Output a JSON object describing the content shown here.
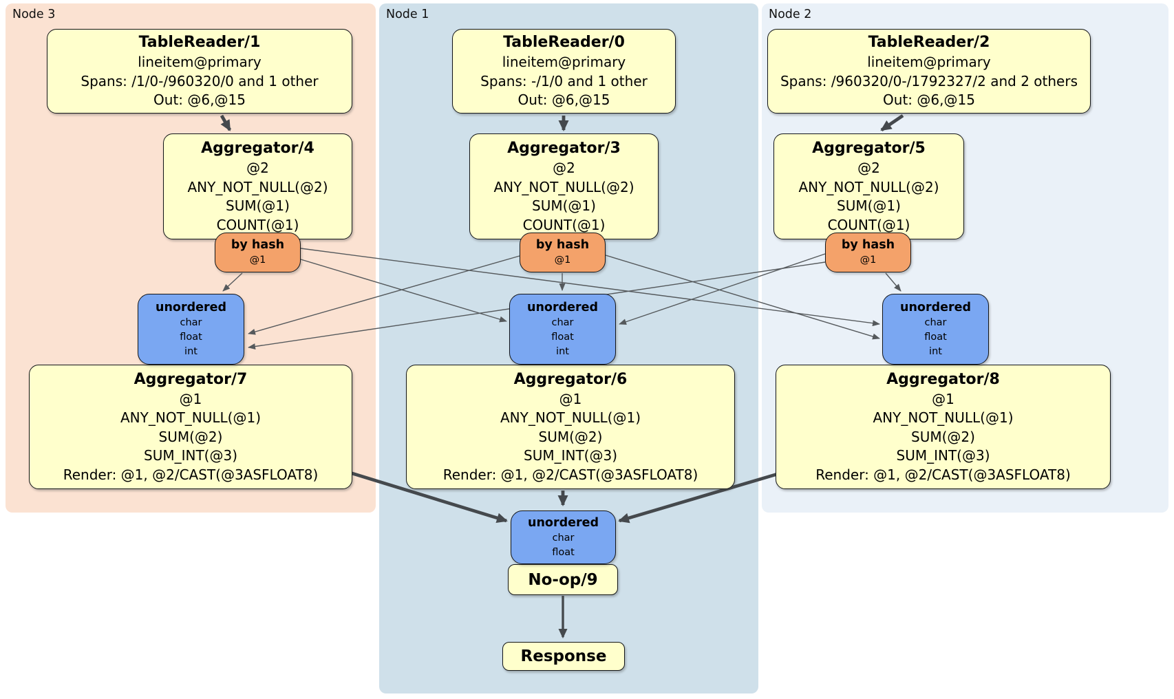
{
  "diagram": {
    "colors": {
      "node3_bg": "#fbe2d2",
      "node1_bg": "#cfe0ea",
      "node2_bg": "#eaf1f8",
      "processor_fill": "#ffffcc",
      "router_fill": "#f4a26a",
      "sync_fill": "#7aa7f2",
      "edge_thick": "#45494d",
      "edge_thin": "#55595c"
    },
    "node_groups": [
      {
        "label": "Node 3",
        "table_reader": {
          "title": "TableReader/1",
          "lines": [
            "lineitem@primary",
            "Spans: /1/0-/960320/0 and 1 other",
            "Out: @6,@15"
          ]
        },
        "aggregator": {
          "title": "Aggregator/4",
          "lines": [
            "@2",
            "ANY_NOT_NULL(@2)",
            "SUM(@1)",
            "COUNT(@1)"
          ]
        },
        "router": {
          "title": "by hash",
          "detail": "@1"
        },
        "sync": {
          "title": "unordered",
          "streams": [
            "char",
            "float",
            "int"
          ]
        },
        "final_aggregator": {
          "title": "Aggregator/7",
          "lines": [
            "@1",
            "ANY_NOT_NULL(@1)",
            "SUM(@2)",
            "SUM_INT(@3)",
            "Render: @1, @2/CAST(@3ASFLOAT8)"
          ]
        }
      },
      {
        "label": "Node 1",
        "table_reader": {
          "title": "TableReader/0",
          "lines": [
            "lineitem@primary",
            "Spans: -/1/0 and 1 other",
            "Out: @6,@15"
          ]
        },
        "aggregator": {
          "title": "Aggregator/3",
          "lines": [
            "@2",
            "ANY_NOT_NULL(@2)",
            "SUM(@1)",
            "COUNT(@1)"
          ]
        },
        "router": {
          "title": "by hash",
          "detail": "@1"
        },
        "sync": {
          "title": "unordered",
          "streams": [
            "char",
            "float",
            "int"
          ]
        },
        "final_aggregator": {
          "title": "Aggregator/6",
          "lines": [
            "@1",
            "ANY_NOT_NULL(@1)",
            "SUM(@2)",
            "SUM_INT(@3)",
            "Render: @1, @2/CAST(@3ASFLOAT8)"
          ]
        }
      },
      {
        "label": "Node 2",
        "table_reader": {
          "title": "TableReader/2",
          "lines": [
            "lineitem@primary",
            "Spans: /960320/0-/1792327/2 and 2 others",
            "Out: @6,@15"
          ]
        },
        "aggregator": {
          "title": "Aggregator/5",
          "lines": [
            "@2",
            "ANY_NOT_NULL(@2)",
            "SUM(@1)",
            "COUNT(@1)"
          ]
        },
        "router": {
          "title": "by hash",
          "detail": "@1"
        },
        "sync": {
          "title": "unordered",
          "streams": [
            "char",
            "float",
            "int"
          ]
        },
        "final_aggregator": {
          "title": "Aggregator/8",
          "lines": [
            "@1",
            "ANY_NOT_NULL(@1)",
            "SUM(@2)",
            "SUM_INT(@3)",
            "Render: @1, @2/CAST(@3ASFLOAT8)"
          ]
        }
      }
    ],
    "output_chain": {
      "sync": {
        "title": "unordered",
        "streams": [
          "char",
          "float"
        ]
      },
      "noop_label": "No-op/9",
      "response_label": "Response"
    }
  }
}
